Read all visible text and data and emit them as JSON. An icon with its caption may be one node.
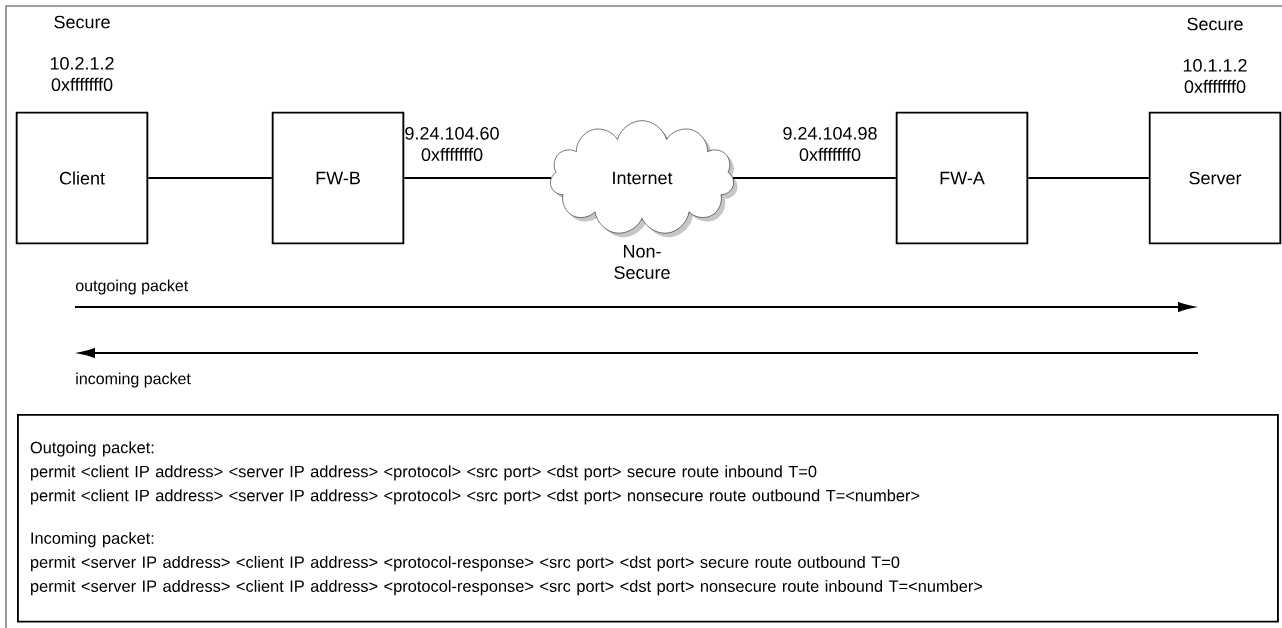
{
  "diagram": {
    "nodes": [
      {
        "text": [
          "Client"
        ],
        "beside": [
          "Secure",
          "10.2.1.2 0xfffffff0"
        ]
      },
      {
        "text": [
          "FW-B"
        ]
      },
      {
        "text": [
          "Internet"
        ],
        "beside": [
          "Non-Secure"
        ]
      },
      {
        "text": [
          "FW-A"
        ]
      },
      {
        "text": [
          "Server"
        ],
        "beside": [
          "Secure",
          "10.1.1.2 0xfffffff0"
        ]
      },
      {
        "text": [
          "Outgoing packet:",
          "permit <client IP address> <server IP address> <protocol> <src port> <dst port> secure route inbound T=0",
          "permit <client IP address> <server IP address> <protocol> <src port> <dst port> nonsecure route outbound T=<number>",
          "Incoming packet:",
          "permit <server IP address> <client IP address> <protocol-response> <src port> <dst port> secure route outbound T=0",
          "permit <server IP address> <client IP address> <protocol-response> <src port> <dst port> nonsecure route inbound T=<number>"
        ]
      }
    ],
    "edges": [
      {
        "from": 0,
        "to": 1,
        "arrow": "none"
      },
      {
        "from": 1,
        "to": 2,
        "arrow": "none"
      },
      {
        "from": 2,
        "to": 3,
        "arrow": "none"
      },
      {
        "from": 3,
        "to": 4,
        "arrow": "none"
      }
    ],
    "labels": [
      "9.24.104.60 0xfffffff0",
      "9.24.104.98 0xfffffff0",
      "outgoing packet",
      "incoming packet"
    ]
  }
}
